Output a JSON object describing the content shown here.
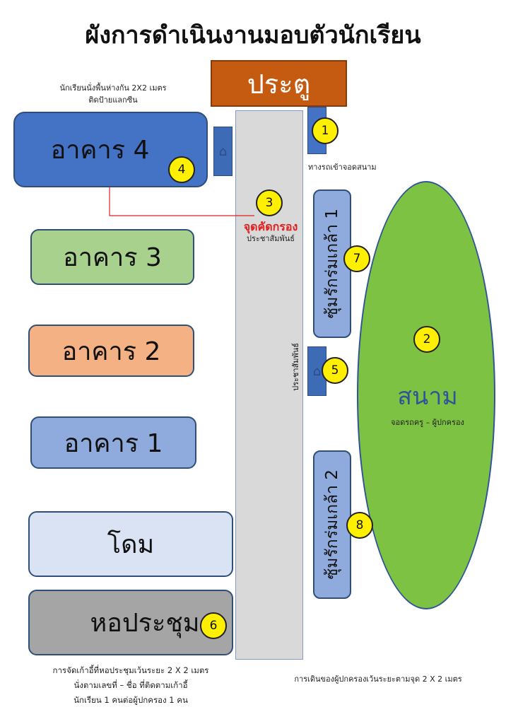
{
  "title": "ผังการดำเนินงานมอบตัวนักเรียน",
  "gate": {
    "label": "ประตู"
  },
  "buildings": {
    "b4": "อาคาร  4",
    "b3": "อาคาร  3",
    "b2": "อาคาร  2",
    "b1": "อาคาร 1",
    "dome": "โดม",
    "hall": "หอประชุม"
  },
  "booths": {
    "booth1": "ซุ้มรักร่มเกล้า 1",
    "booth2": "ซุ้มรักร่มเกล้า 2"
  },
  "field": {
    "label": "สนาม",
    "sublabel": "จอดรถครู – ผู้ปกครอง"
  },
  "notes": {
    "top_left_line1": "นักเรียนนั่งพื้นห่างกัน 2X2 เมตร",
    "top_left_line2": "ติดป้ายแลกซีน",
    "parking_entry": "ทางรถเข้าจอดสนาม",
    "screening_label": "จุดคัดกรอง",
    "pr_label": "ประชาสัมพันธ์",
    "walkway_vertical": "ประชาสัมพันธ์",
    "hall_line1": "การจัดเก้าอี้ที่หอประชุมเว้นระยะ  2 X 2 เมตร",
    "hall_line2": "นั่งตามเลขที่ – ชื่อ ที่ติดตามเก้าอี้",
    "hall_line3": "นักเรียน 1 คนต่อผู้ปกครอง 1 คน",
    "parents_walk": "การเดินของผู้ปกครองเว้นระยะตามจุด 2 X 2 เมตร"
  },
  "points": {
    "p1": "1",
    "p2": "2",
    "p3": "3",
    "p4": "4",
    "p5": "5",
    "p6": "6",
    "p7": "7",
    "p8": "8"
  },
  "colors": {
    "gate": "#c55a11",
    "building4": "#4472c4",
    "building3": "#a9d18e",
    "building2": "#f4b183",
    "building1": "#8faadc",
    "dome": "#dae3f3",
    "hall": "#a5a5a5",
    "walkway": "#d9d9d9",
    "field": "#7dc242",
    "badge": "#ffef00",
    "screening_text": "#e02020",
    "field_text": "#2f5597"
  }
}
